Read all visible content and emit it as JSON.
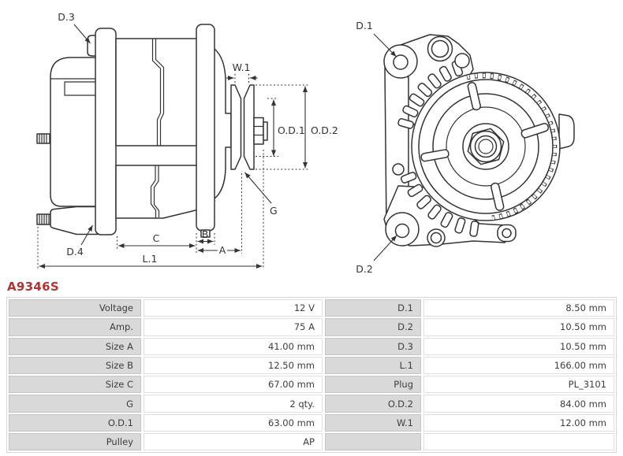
{
  "part_number": "A9346S",
  "theme": {
    "accent_color": "#b03434",
    "line_color": "#333333",
    "label_cell_bg": "#d9d9d9"
  },
  "diagram": {
    "side_labels": {
      "d3": "D.3",
      "d4": "D.4",
      "w1": "W.1",
      "od1": "O.D.1",
      "od2": "O.D.2",
      "g": "G",
      "c": "C",
      "b": "B",
      "a": "A",
      "l1": "L.1"
    },
    "front_labels": {
      "d1": "D.1",
      "d2": "D.2"
    }
  },
  "specs": {
    "rows": [
      {
        "label1": "Voltage",
        "value1": "12 V",
        "label2": "D.1",
        "value2": "8.50 mm"
      },
      {
        "label1": "Amp.",
        "value1": "75 A",
        "label2": "D.2",
        "value2": "10.50 mm"
      },
      {
        "label1": "Size A",
        "value1": "41.00 mm",
        "label2": "D.3",
        "value2": "10.50 mm"
      },
      {
        "label1": "Size B",
        "value1": "12.50 mm",
        "label2": "L.1",
        "value2": "166.00 mm"
      },
      {
        "label1": "Size C",
        "value1": "67.00 mm",
        "label2": "Plug",
        "value2": "PL_3101"
      },
      {
        "label1": "G",
        "value1": "2 qty.",
        "label2": "O.D.2",
        "value2": "84.00 mm"
      },
      {
        "label1": "O.D.1",
        "value1": "63.00 mm",
        "label2": "W.1",
        "value2": "12.00 mm"
      },
      {
        "label1": "Pulley",
        "value1": "AP",
        "label2": "",
        "value2": ""
      }
    ]
  }
}
